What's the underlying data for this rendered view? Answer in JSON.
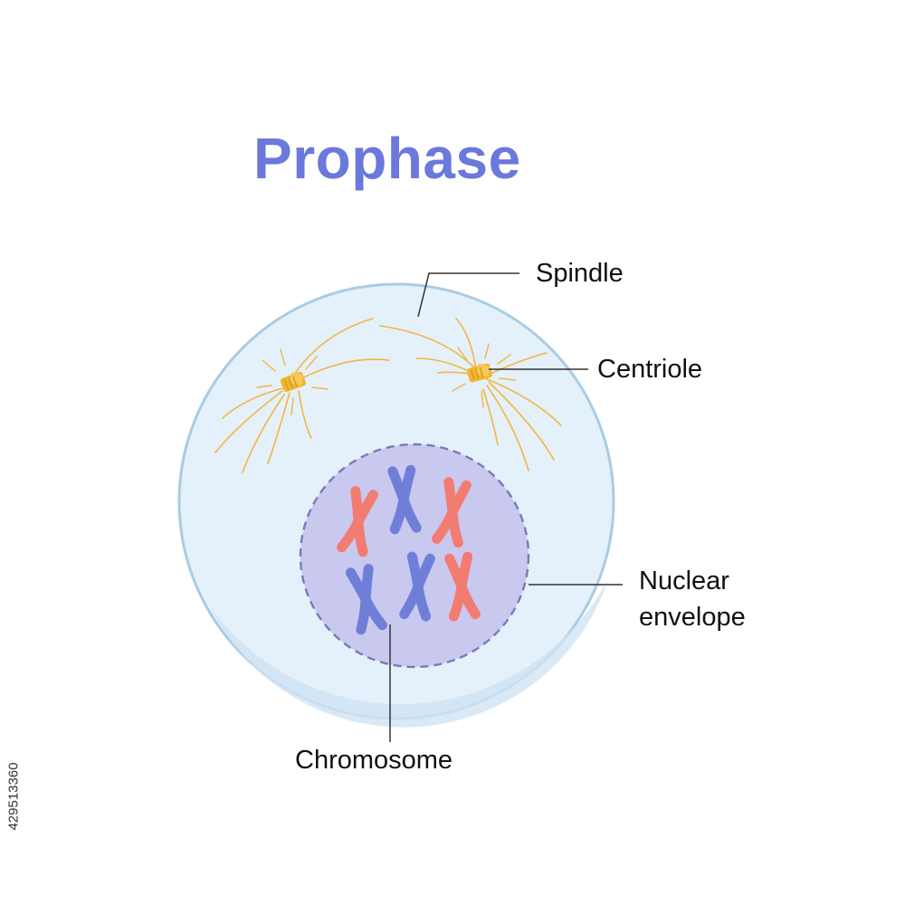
{
  "title": "Prophase",
  "labels": {
    "spindle": "Spindle",
    "centriole": "Centriole",
    "nuclear_envelope_line1": "Nuclear",
    "nuclear_envelope_line2": "envelope",
    "chromosome": "Chromosome"
  },
  "stock_id": "429513360",
  "colors": {
    "title": "#6b78dc",
    "cell_fill": "#e4f1fb",
    "cell_rim": "#a9cce3",
    "nucleus_fill": "#c9c8ef",
    "nucleus_border": "#7c79b6",
    "spindle_fiber": "#f2b740",
    "centriole": "#f3b52c",
    "chromosome_red": "#f27c72",
    "chromosome_blue": "#6f7fd8",
    "leader_line": "#333333"
  }
}
